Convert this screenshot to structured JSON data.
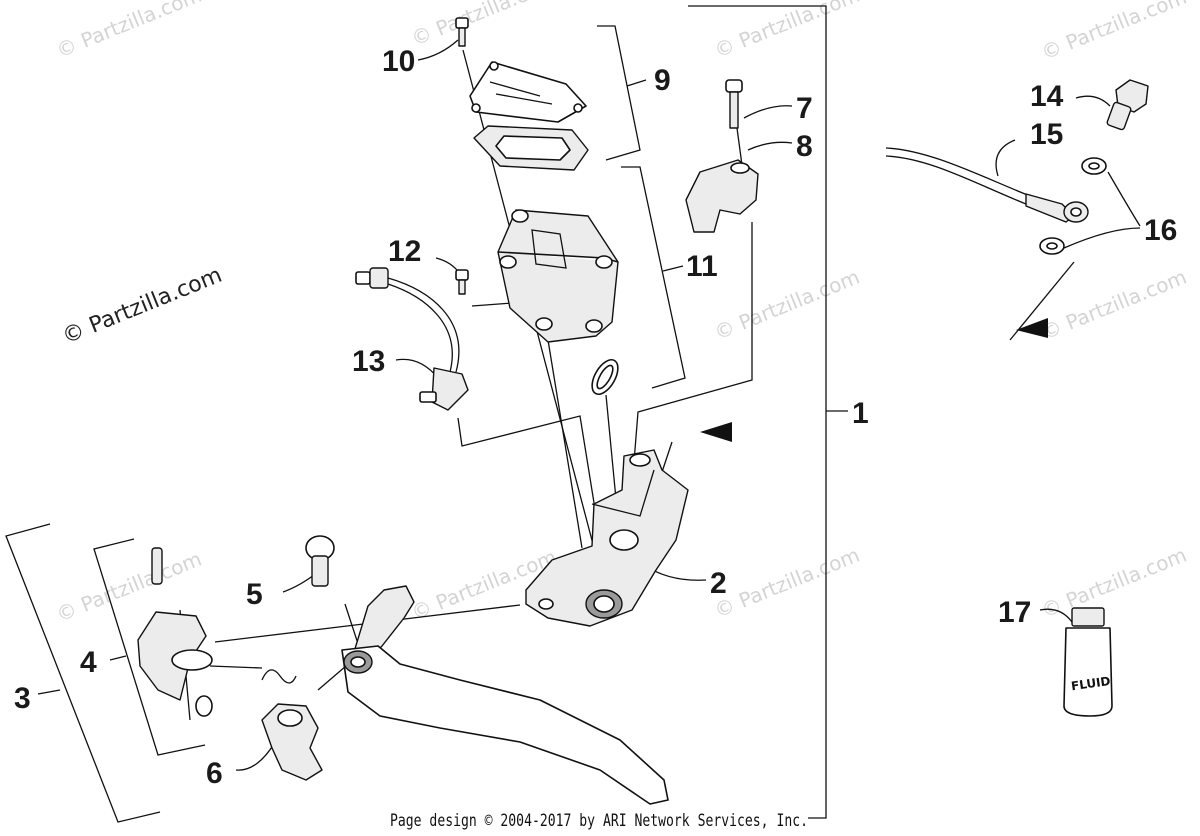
{
  "watermarks": [
    "© Partzilla.com",
    "© Partzilla.com",
    "© Partzilla.com",
    "© Partzilla.com",
    "© Partzilla.com",
    "© Partzilla.com",
    "© Partzilla.com",
    "© Partzilla.com"
  ],
  "main_watermark": "© Partzilla.com",
  "footer": "Page design © 2004-2017 by ARI Network Services, Inc.",
  "callouts": [
    "1",
    "2",
    "3",
    "4",
    "5",
    "6",
    "7",
    "8",
    "9",
    "10",
    "11",
    "12",
    "13",
    "14",
    "15",
    "16",
    "17"
  ],
  "bottle_label": "FLUID",
  "colors": {
    "ink": "#111111",
    "watermark": "#d4d4d4",
    "fill_light": "#ececec",
    "fill_dark": "#9a9a9a"
  }
}
